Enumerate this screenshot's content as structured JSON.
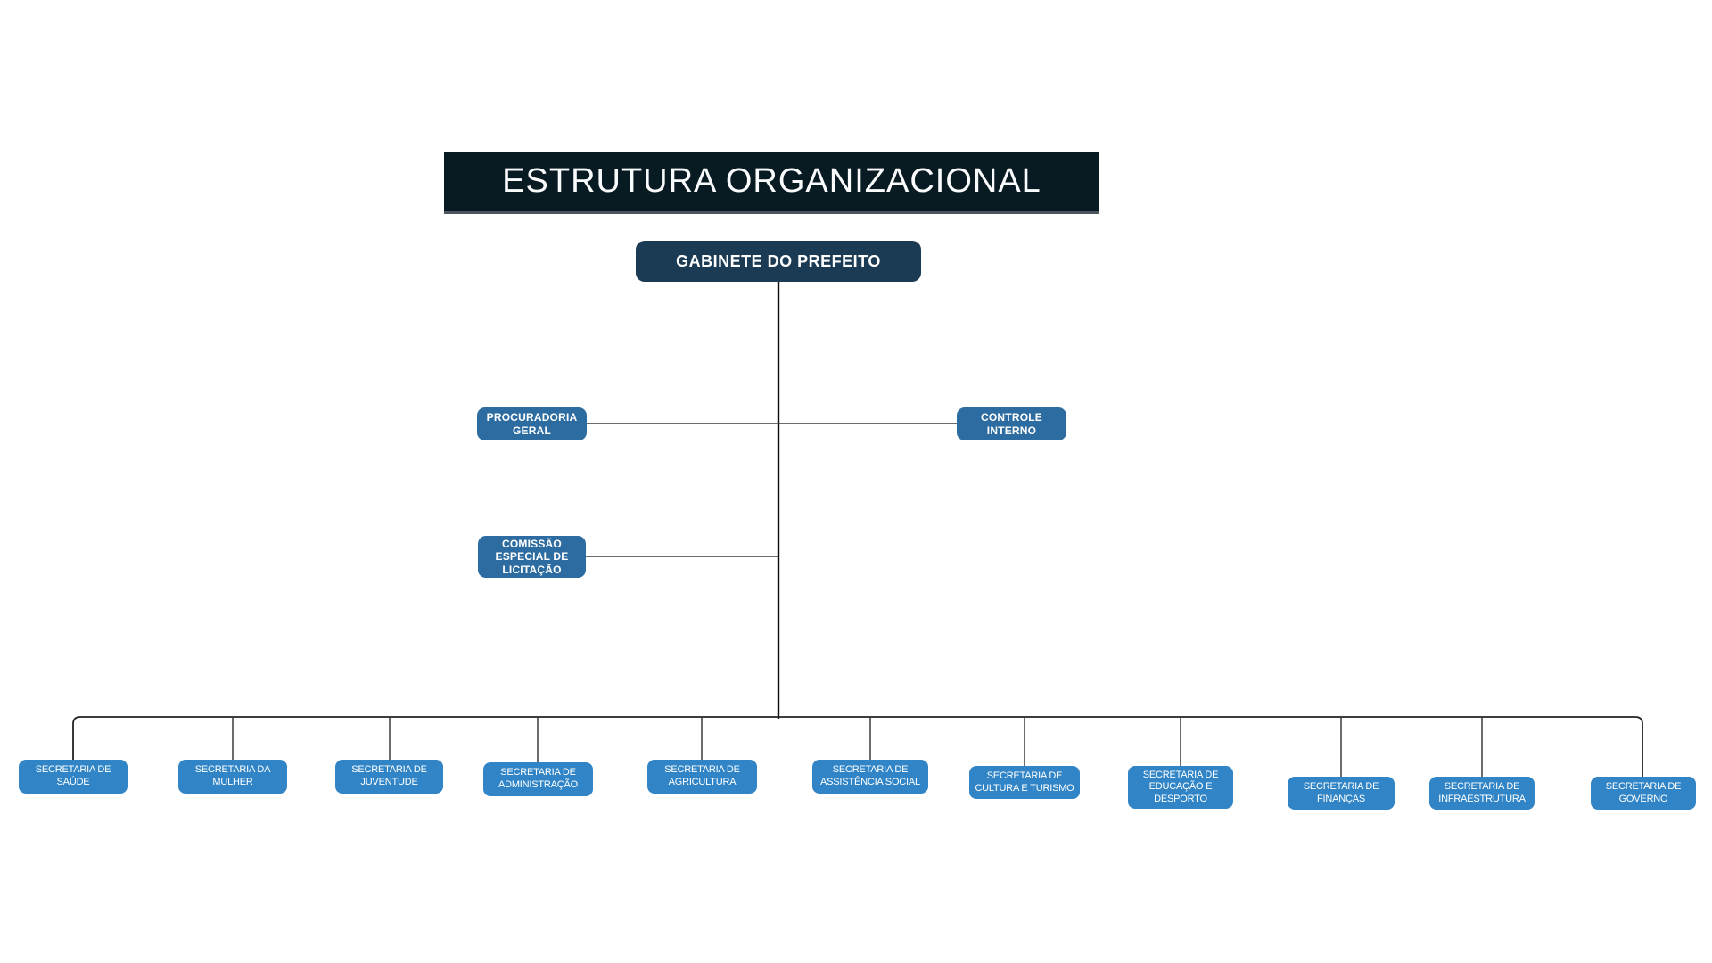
{
  "header": {
    "title": "ESTRUTURA ORGANIZACIONAL"
  },
  "org": {
    "root": {
      "label": "GABINETE DO PREFEITO"
    },
    "advisory": [
      {
        "label": "PROCURADORIA GERAL"
      },
      {
        "label": "CONTROLE INTERNO"
      },
      {
        "label": "COMISSÃO ESPECIAL DE LICITAÇÃO"
      }
    ],
    "secretariats": [
      {
        "label": "SECRETARIA DE SAÚDE"
      },
      {
        "label": "SECRETARIA DA MULHER"
      },
      {
        "label": "SECRETARIA DE JUVENTUDE"
      },
      {
        "label": "SECRETARIA DE ADMINISTRAÇÃO"
      },
      {
        "label": "SECRETARIA DE AGRICULTURA"
      },
      {
        "label": "SECRETARIA DE ASSISTÊNCIA SOCIAL"
      },
      {
        "label": "SECRETARIA DE CULTURA E TURISMO"
      },
      {
        "label": "SECRETARIA DE EDUCAÇÃO E DESPORTO"
      },
      {
        "label": "SECRETARIA DE FINANÇAS"
      },
      {
        "label": "SECRETARIA DE INFRAESTRUTURA"
      },
      {
        "label": "SECRETARIA DE GOVERNO"
      }
    ]
  },
  "colors": {
    "canvas_bg": "#FFFFFF",
    "banner_bg": "#081A22",
    "banner_border": "#4C5660",
    "root_node_bg": "#1B3A54",
    "advisory_node_bg": "#2D6CA0",
    "secretariat_node_bg": "#3185C6",
    "node_text": "#FFFFFF",
    "trunk_line": "#0D0D0D",
    "branch_line": "#3A3A3A"
  }
}
